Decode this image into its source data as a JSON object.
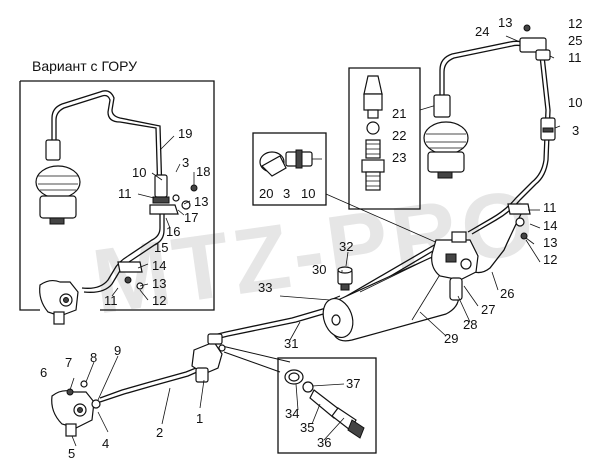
{
  "variant_title": "Вариант с ГОРУ",
  "watermark": "MTZ-PRO",
  "callouts": {
    "c1": "1",
    "c2": "2",
    "c3": "3",
    "c4": "4",
    "c5": "5",
    "c6": "6",
    "c7": "7",
    "c8": "8",
    "c9": "9",
    "c10": "10",
    "c11": "11",
    "c12": "12",
    "c13": "13",
    "c14": "14",
    "c15": "15",
    "c16": "16",
    "c17": "17",
    "c18": "18",
    "c19": "19",
    "c20": "20",
    "c21": "21",
    "c22": "22",
    "c23": "23",
    "c24": "24",
    "c25": "25",
    "c26": "26",
    "c27": "27",
    "c28": "28",
    "c29": "29",
    "c30": "30",
    "c31": "31",
    "c32": "32",
    "c33": "33",
    "c34": "34",
    "c35": "35",
    "c36": "36",
    "c37": "37"
  }
}
